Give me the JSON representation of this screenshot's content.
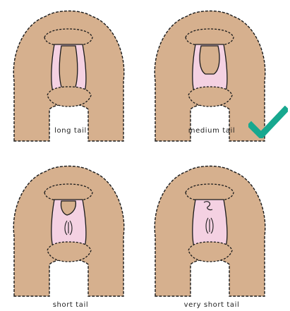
{
  "colors": {
    "fleece": "#d6b08e",
    "outline": "#1a1a1a",
    "skin": "#f4d1e2",
    "tick": "#17a88f"
  },
  "panels": [
    {
      "caption": "long tail",
      "tail": "long",
      "selected": false
    },
    {
      "caption": "medium tail",
      "tail": "medium",
      "selected": true
    },
    {
      "caption": "short tail",
      "tail": "short",
      "selected": false
    },
    {
      "caption": "very short tail",
      "tail": "very-short",
      "selected": false
    }
  ],
  "check_icon": "checkmark-icon"
}
